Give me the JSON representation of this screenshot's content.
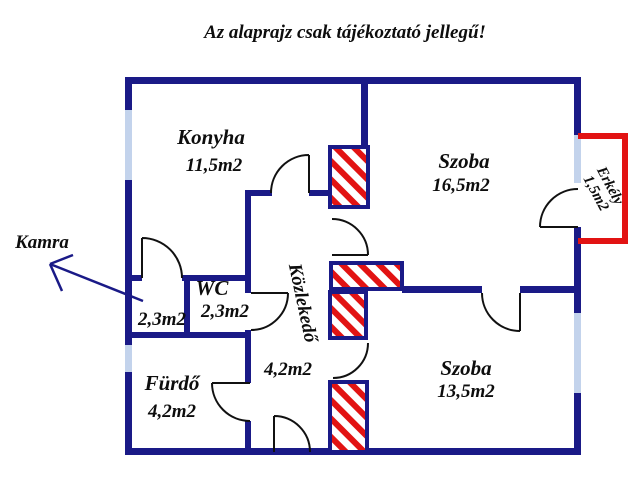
{
  "title": "Az alaprajz csak tájékoztató jellegű!",
  "rooms": {
    "konyha": {
      "name": "Konyha",
      "area": "11,5m2"
    },
    "szoba_nagy": {
      "name": "Szoba",
      "area": "16,5m2"
    },
    "erkely": {
      "name": "Erkély",
      "area": "1,5m2"
    },
    "kamra": {
      "name": "Kamra",
      "area": "2,3m2"
    },
    "wc": {
      "name": "WC",
      "area": "2,3m2"
    },
    "kozlekedo": {
      "name": "Közlekedő",
      "area": "4,2m2"
    },
    "furdo": {
      "name": "Fürdő",
      "area": "4,2m2"
    },
    "szoba_kis": {
      "name": "Szoba",
      "area": "13,5m2"
    }
  },
  "colors": {
    "wall": "#1a1a87",
    "window": "#c3d3ec",
    "balcony_outline": "#e21313",
    "shaft_hatch": "#e21313",
    "door_line": "#111111",
    "text": "#0d0d0d"
  }
}
